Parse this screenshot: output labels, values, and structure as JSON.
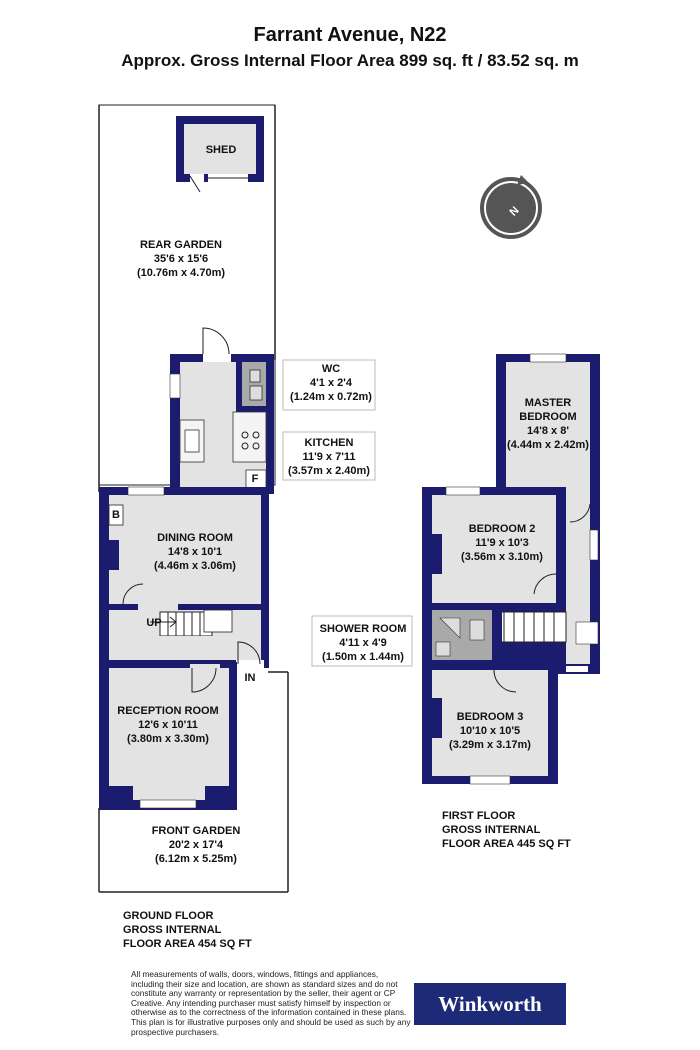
{
  "header": {
    "title": "Farrant Avenue, N22",
    "subtitle": "Approx. Gross Internal Floor Area 899 sq. ft / 83.52 sq. m"
  },
  "rooms": {
    "shed": {
      "name": "SHED"
    },
    "rear_garden": {
      "name": "REAR GARDEN",
      "size_imperial": "35'6 x 15'6",
      "size_metric": "(10.76m x 4.70m)"
    },
    "wc": {
      "name": "WC",
      "size_imperial": "4'1 x 2'4",
      "size_metric": "(1.24m x 0.72m)"
    },
    "kitchen": {
      "name": "KITCHEN",
      "size_imperial": "11'9 x 7'11",
      "size_metric": "(3.57m x 2.40m)"
    },
    "dining_room": {
      "name": "DINING ROOM",
      "size_imperial": "14'8 x 10'1",
      "size_metric": "(4.46m x 3.06m)"
    },
    "reception_room": {
      "name": "RECEPTION ROOM",
      "size_imperial": "12'6 x 10'11",
      "size_metric": "(3.80m x 3.30m)"
    },
    "front_garden": {
      "name": "FRONT GARDEN",
      "size_imperial": "20'2 x 17'4",
      "size_metric": "(6.12m x 5.25m)"
    },
    "master_bedroom": {
      "name_line1": "MASTER",
      "name_line2": "BEDROOM",
      "size_imperial": "14'8 x 8'",
      "size_metric": "(4.44m x 2.42m)"
    },
    "bedroom2": {
      "name": "BEDROOM 2",
      "size_imperial": "11'9 x 10'3",
      "size_metric": "(3.56m x 3.10m)"
    },
    "shower_room": {
      "name": "SHOWER ROOM",
      "size_imperial": "4'11 x 4'9",
      "size_metric": "(1.50m x 1.44m)"
    },
    "bedroom3": {
      "name": "BEDROOM 3",
      "size_imperial": "10'10 x 10'5",
      "size_metric": "(3.29m x 3.17m)"
    }
  },
  "markers": {
    "boiler": "B",
    "fridge": "F",
    "up": "UP",
    "entrance": "IN"
  },
  "ground_floor": {
    "line1": "GROUND FLOOR",
    "line2": "GROSS INTERNAL",
    "line3": "FLOOR AREA 454 SQ FT"
  },
  "first_floor": {
    "line1": "FIRST FLOOR",
    "line2": "GROSS INTERNAL",
    "line3": "FLOOR AREA 445 SQ FT"
  },
  "compass": {
    "label": "N"
  },
  "disclaimer": "All measurements of walls, doors, windows, fittings and appliances, including their size and location, are shown as standard sizes and do not constitute any warranty or representation by the seller, their agent or CP Creative. Any intending purchaser must satisfy himself by inspection or otherwise as to the correctness of the information contained in these plans. This plan is for illustrative purposes only and should be used as such by any prospective purchasers.",
  "brand": {
    "name": "Winkworth",
    "color": "#1c2a78"
  },
  "colors": {
    "wall": "#1c1c6e",
    "floor": "#e3e3e3"
  }
}
